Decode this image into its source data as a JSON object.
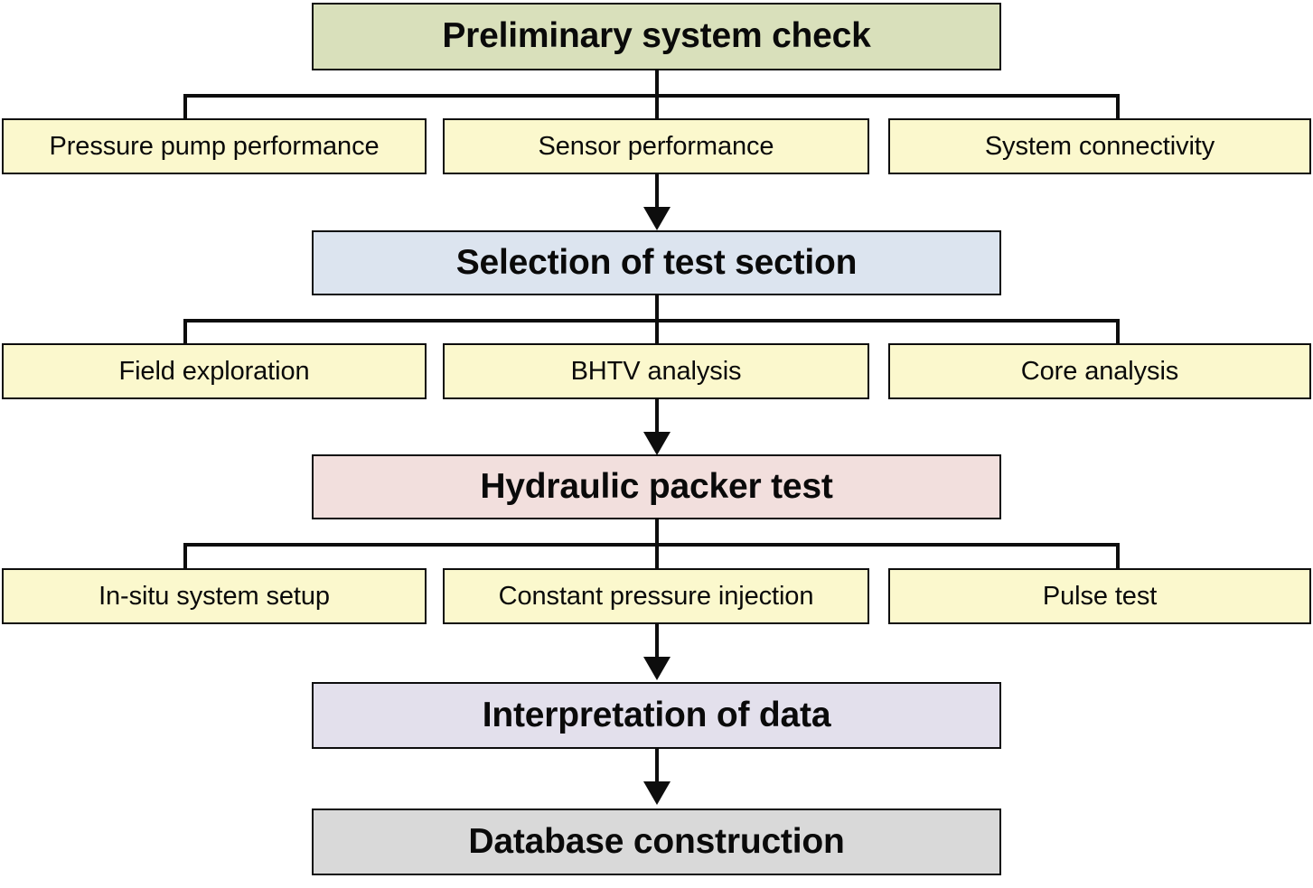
{
  "diagram": {
    "title": "Hydraulic packer test workflow flowchart",
    "colors": {
      "preliminary": "#d9e0bb",
      "selection": "#dce4ef",
      "hydraulic": "#f2dfdd",
      "interpretation": "#e3e0ec",
      "database": "#d9d9d9",
      "sub_step": "#fbf8cd",
      "border": "#0d0d0d",
      "line": "#0d0d0d",
      "background": "#ffffff"
    },
    "stages": [
      {
        "id": "preliminary-system-check",
        "label": "Preliminary system check",
        "color_key": "preliminary",
        "sub_steps": [
          {
            "id": "pressure-pump-performance",
            "label": "Pressure pump performance"
          },
          {
            "id": "sensor-performance",
            "label": "Sensor performance"
          },
          {
            "id": "system-connectivity",
            "label": "System connectivity"
          }
        ]
      },
      {
        "id": "selection-of-test-section",
        "label": "Selection of test section",
        "color_key": "selection",
        "sub_steps": [
          {
            "id": "field-exploration",
            "label": "Field exploration"
          },
          {
            "id": "bhtv-analysis",
            "label": "BHTV analysis"
          },
          {
            "id": "core-analysis",
            "label": "Core analysis"
          }
        ]
      },
      {
        "id": "hydraulic-packer-test",
        "label": "Hydraulic packer test",
        "color_key": "hydraulic",
        "sub_steps": [
          {
            "id": "in-situ-system-setup",
            "label": "In-situ system setup"
          },
          {
            "id": "constant-pressure-injection",
            "label": "Constant pressure injection"
          },
          {
            "id": "pulse-test",
            "label": "Pulse test"
          }
        ]
      },
      {
        "id": "interpretation-of-data",
        "label": "Interpretation of data",
        "color_key": "interpretation",
        "sub_steps": []
      },
      {
        "id": "database-construction",
        "label": "Database construction",
        "color_key": "database",
        "sub_steps": []
      }
    ]
  }
}
